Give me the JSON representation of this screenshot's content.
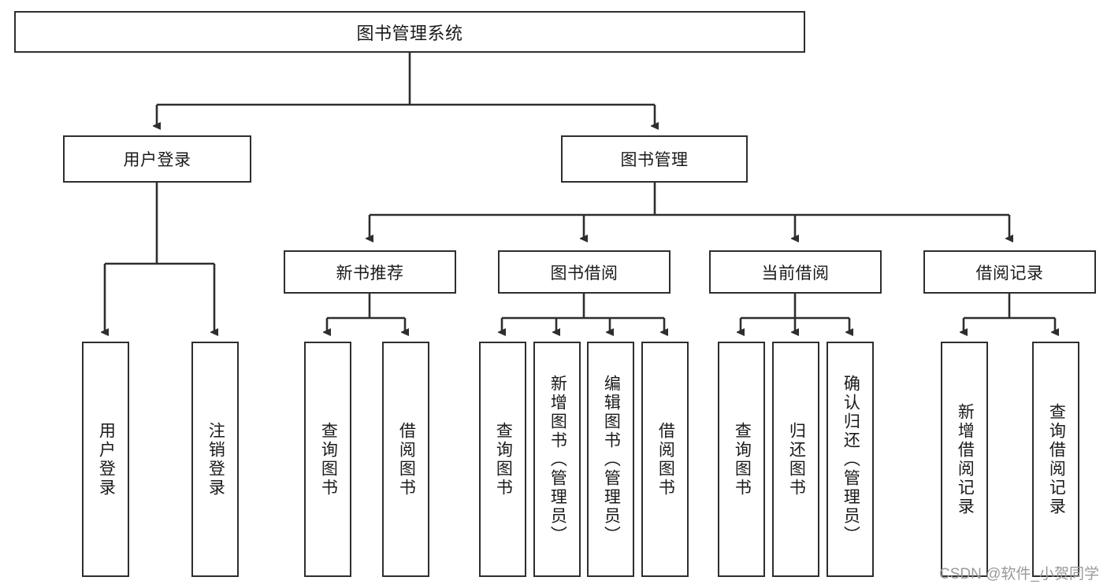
{
  "diagram": {
    "title": "图书管理系统",
    "type": "tree-hierarchy-diagram",
    "root": {
      "label": "图书管理系统"
    },
    "level2": [
      {
        "label": "用户登录"
      },
      {
        "label": "图书管理"
      }
    ],
    "level3": [
      {
        "label": "新书推荐"
      },
      {
        "label": "图书借阅"
      },
      {
        "label": "当前借阅"
      },
      {
        "label": "借阅记录"
      }
    ],
    "leaves": {
      "user_login": [
        {
          "label": "用户登录"
        },
        {
          "label": "注销登录"
        }
      ],
      "new_book_recommend": [
        {
          "label": "查询图书"
        },
        {
          "label": "借阅图书"
        }
      ],
      "book_borrow": [
        {
          "label": "查询图书"
        },
        {
          "label": "新增图书（管理员）"
        },
        {
          "label": "编辑图书（管理员）"
        },
        {
          "label": "借阅图书"
        }
      ],
      "current_borrow": [
        {
          "label": "查询图书"
        },
        {
          "label": "归还图书"
        },
        {
          "label": "确认归还（管理员）"
        }
      ],
      "borrow_record": [
        {
          "label": "新增借阅记录"
        },
        {
          "label": "查询借阅记录"
        }
      ]
    }
  },
  "watermark": {
    "text": "CSDN @软件_小贺同学"
  },
  "colors": {
    "stroke": "#2e2e2e",
    "background": "#ffffff",
    "text": "#1a1a1a",
    "watermark": "#9a9a9a"
  }
}
